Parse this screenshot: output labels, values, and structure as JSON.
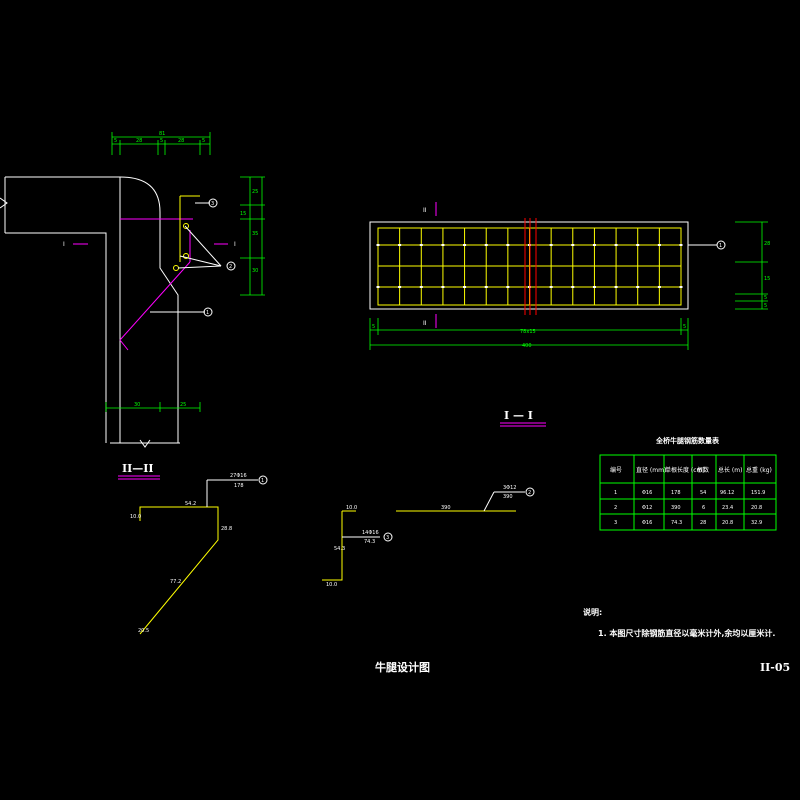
{
  "drawing": {
    "title": "牛腿设计图",
    "sheet_no": "II-05"
  },
  "section_labels": {
    "sec_I_left": "I",
    "sec_I_right": "I",
    "sec_II_top": "II",
    "sec_II_bottom": "II",
    "view_II_II": "II—II",
    "view_I_I": "I — I"
  },
  "callouts": {
    "c1": "1",
    "c2": "2",
    "c3": "3"
  },
  "dims_top": {
    "overall": "81",
    "parts": [
      "5",
      "28",
      "5",
      "28",
      "5"
    ]
  },
  "dims_right_section": [
    "25",
    "15",
    "35",
    "30"
  ],
  "dims_bottom_section": [
    "30",
    "25"
  ],
  "plan_dims": {
    "inner": "78x15",
    "overall": "400",
    "left": "5",
    "right": "5",
    "right_side": [
      "28",
      "15",
      "5",
      "5"
    ]
  },
  "bar_details": {
    "bar1_label_top": "27Φ16",
    "bar1_label_bottom": "178",
    "bar1_seg_top": "54.2",
    "bar1_seg_left": "10.0",
    "bar1_seg_vert": "28.8",
    "bar1_seg_diag": "77.2",
    "bar1_seg_end": "20.5",
    "bar3_label_top": "14Φ16",
    "bar3_label_bottom": "74.3",
    "bar3_top": "10.0",
    "bar3_mid": "54.3",
    "bar3_bot": "10.0",
    "bar2_label_top": "3Φ12",
    "bar2_label_bottom": "390",
    "bar2_len": "390"
  },
  "table": {
    "title": "全桥牛腿钢筋数量表",
    "headers": [
      "编号",
      "直径 (mm)",
      "单根长度 (cm)",
      "根数",
      "总长 (m)",
      "总重 (kg)"
    ],
    "rows": [
      [
        "1",
        "Φ16",
        "178",
        "54",
        "96.12",
        "151.9"
      ],
      [
        "2",
        "Φ12",
        "390",
        "6",
        "23.4",
        "20.8"
      ],
      [
        "3",
        "Φ16",
        "74.3",
        "28",
        "20.8",
        "32.9"
      ]
    ]
  },
  "notes": {
    "heading": "说明:",
    "items": [
      "1. 本图尺寸除钢筋直径以毫米计外,余均以厘米计."
    ]
  },
  "colors": {
    "background": "#000000",
    "outline": "#ffffff",
    "dimension": "#00ff00",
    "rebar": "#ffff00",
    "section_mark": "#ff00ff",
    "center_line": "#ff0000"
  }
}
